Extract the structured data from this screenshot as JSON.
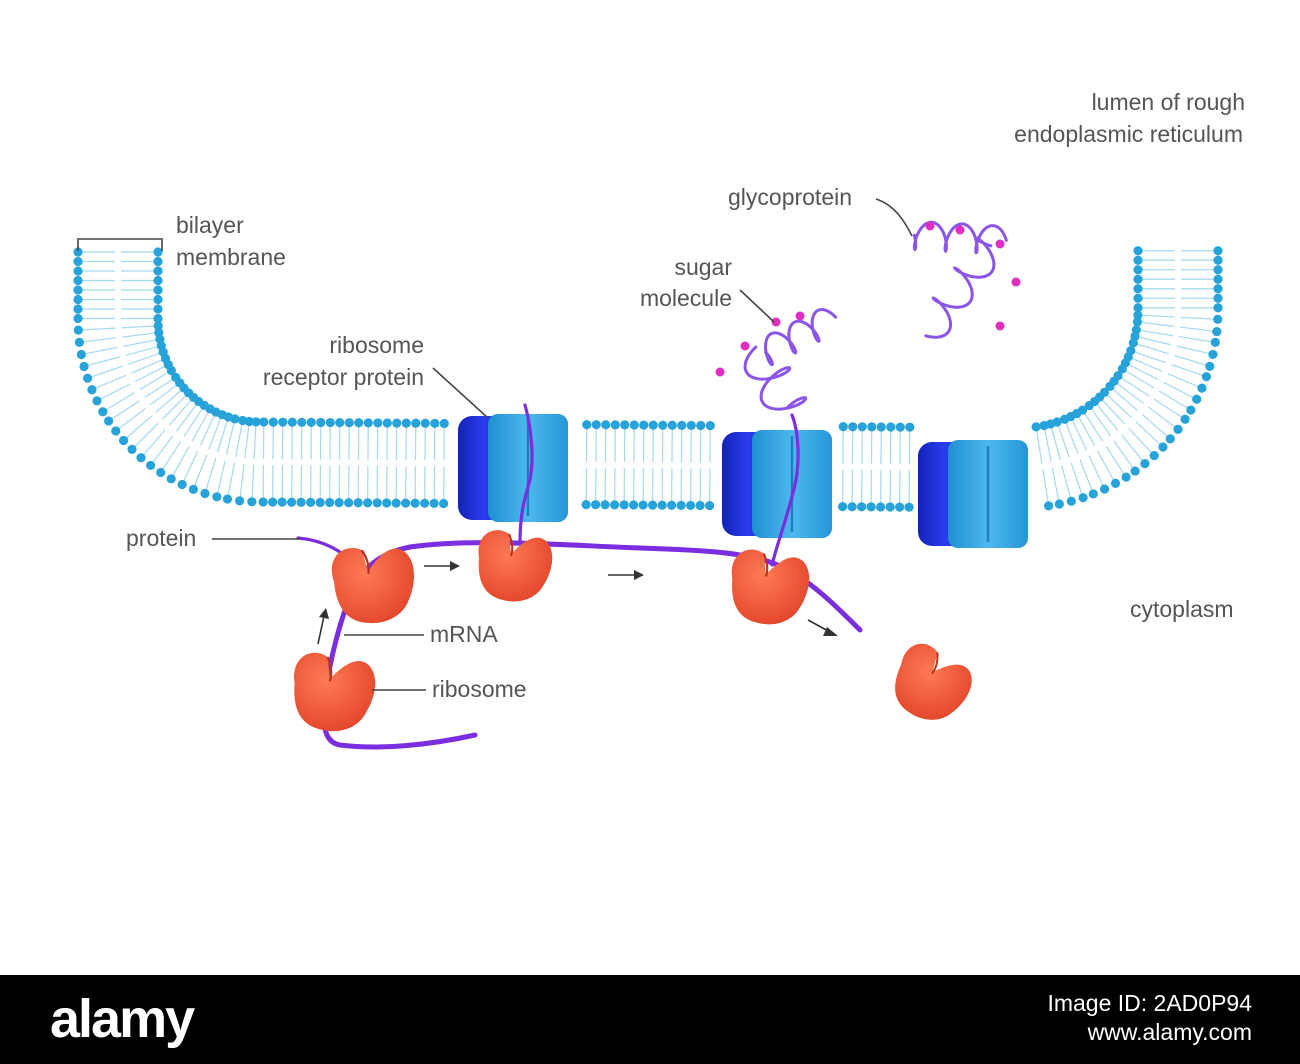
{
  "labels": {
    "lumen_line1": "lumen of rough",
    "lumen_line2": "endoplasmic reticulum",
    "bilayer_line1": "bilayer",
    "bilayer_line2": "membrane",
    "glycoprotein": "glycoprotein",
    "sugar_line1": "sugar",
    "sugar_line2": "molecule",
    "receptor_line1": "ribosome",
    "receptor_line2": "receptor protein",
    "protein": "protein",
    "mrna": "mRNA",
    "ribosome": "ribosome",
    "cytoplasm": "cytoplasm"
  },
  "watermark": {
    "brand": "alamy",
    "image_id": "Image ID: 2AD0P94",
    "site": "www.alamy.com"
  },
  "colors": {
    "membrane_head": "#27a3da",
    "membrane_tail": "#a5d9f0",
    "receptor_dark": "#1d2fd6",
    "receptor_light": "#2fa6e2",
    "ribosome": "#ee5533",
    "mrna": "#7b2ee0",
    "sugar": "#e02fc0",
    "leader": "#444444",
    "text": "#555555"
  }
}
